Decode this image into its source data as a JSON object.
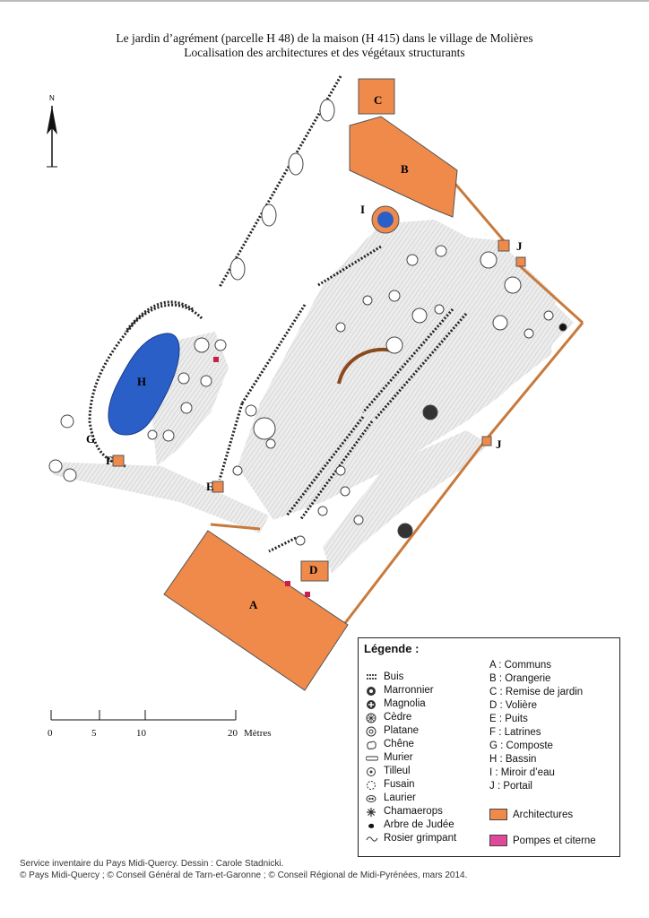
{
  "title": {
    "line1": "Le jardin d’agrément (parcelle H 48) de la maison (H 415) dans le village de Molières",
    "line2": "Localisation des architectures et des végétaux structurants"
  },
  "north_label": "N",
  "buildings": {
    "A": "A",
    "B": "B",
    "C": "C",
    "D": "D",
    "E": "E",
    "F": "F",
    "G": "G",
    "H": "H",
    "I": "I",
    "J1": "J",
    "J2": "J"
  },
  "scale": {
    "ticks": [
      "0",
      "5",
      "10",
      "20"
    ],
    "unit": "Mètres"
  },
  "legend": {
    "title": "Légende :",
    "plants": [
      "Buis",
      "Marronnier",
      "Magnolia",
      "Cèdre",
      "Platane",
      "Chêne",
      "Murier",
      "Tilleul",
      "Fusain",
      "Laurier",
      "Chamaerops",
      "Arbre de Judée",
      "Rosier grimpant"
    ],
    "places": [
      "A : Communs",
      "B : Orangerie",
      "C : Remise de jardin",
      "D : Volière",
      "E : Puits",
      "F : Latrines",
      "G : Composte",
      "H : Bassin",
      "I : Miroir d’eau",
      "J : Portail"
    ],
    "architectures_label": "Architectures",
    "pompes_label": "Pompes et citerne"
  },
  "colors": {
    "architecture": "#f08a4b",
    "pompes": "#e0489a",
    "water": "#2a5fc8",
    "ground": "#e6e6e6"
  },
  "footer": {
    "line1": "Service inventaire du Pays Midi-Quercy. Dessin : Carole Stadnicki.",
    "line2": "© Pays Midi-Quercy ; © Conseil Général de Tarn-et-Garonne ;  © Conseil Régional de Midi-Pyrénées, mars 2014."
  }
}
